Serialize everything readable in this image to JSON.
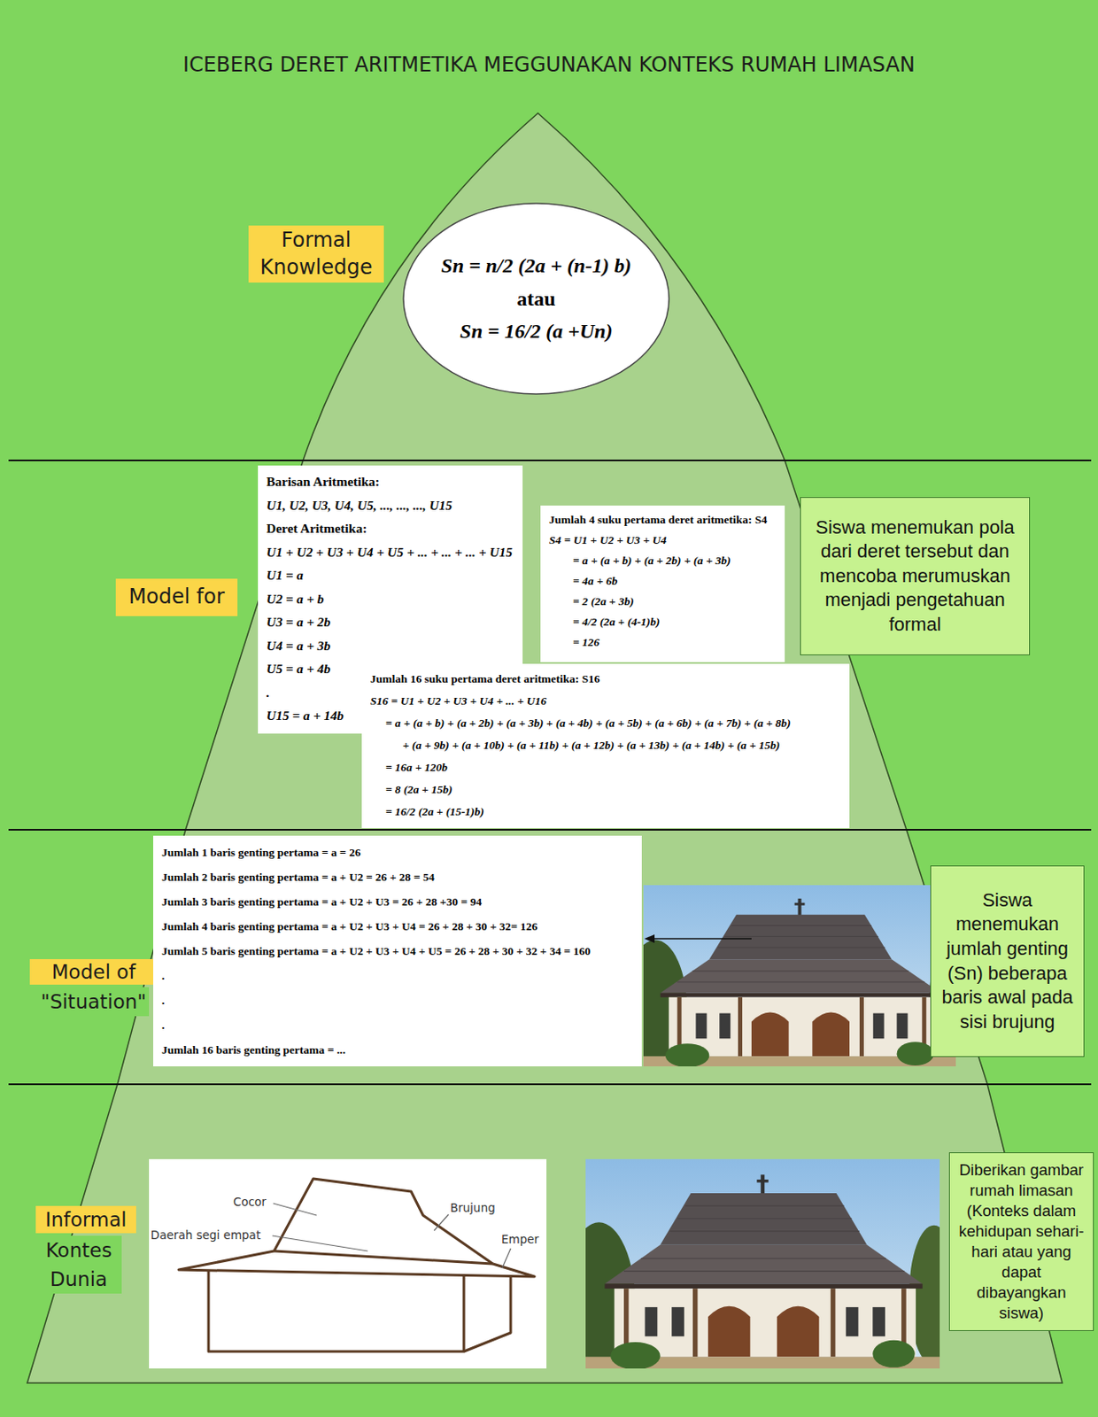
{
  "diagram": {
    "title": "ICEBERG DERET ARITMETIKA MEGGUNAKAN KONTEKS RUMAH LIMASAN",
    "nodes": [
      {
        "text": [
          "Formal Knowledge"
        ]
      },
      {
        "text": [
          "Sn = n/2 (2a + (n-1) b)",
          "atau",
          "Sn = 16/2 (a +Un)"
        ]
      },
      {
        "text": [
          "Model for"
        ]
      },
      {
        "text": [
          "Barisan Aritmetika:",
          "U1, U2, U3, U4, U5, ..., ..., ..., U15",
          "Deret Aritmetika:",
          "U1 + U2 + U3 + U4 + U5 + ... + ... + ... + U15",
          "U1 = a",
          "U2 = a + b",
          "U3 = a + 2b",
          "U4 = a + 3b",
          "U5 = a + 4b",
          ".",
          "U15 = a + 14b"
        ]
      },
      {
        "text": [
          "Jumlah 4 suku pertama deret aritmetika: S4",
          "S4 = U1 + U2 + U3 + U4",
          "= a + (a + b) + (a + 2b) + (a + 3b)",
          "= 4a + 6b",
          "= 2 (2a + 3b)",
          "= 4/2 (2a + (4-1)b)",
          "= 126"
        ]
      },
      {
        "text": [
          "Siswa menemukan pola dari deret tersebut dan mencoba merumuskan menjadi pengetahuan formal"
        ]
      },
      {
        "text": [
          "Jumlah 16 suku pertama deret aritmetika: S16",
          "S16 = U1 + U2 + U3 + U4 + ... + U16",
          "= a + (a + b) + (a + 2b) + (a + 3b) + (a + 4b) + (a + 5b) + (a + 6b) + (a + 7b) + (a + 8b)",
          "+ (a + 9b) + (a + 10b) + (a + 11b) + (a + 12b) + (a + 13b) + (a + 14b) + (a + 15b)",
          "= 16a + 120b",
          "= 8 (2a + 15b)",
          "= 16/2 (2a + (15-1)b)"
        ]
      },
      {
        "text": [
          "Model of",
          "\"Situation\""
        ]
      },
      {
        "text": [
          "Jumlah 1 baris genting pertama = a = 26",
          "Jumlah 2 baris genting pertama = a + U2 = 26 + 28 = 54",
          "Jumlah 3 baris genting pertama = a + U2 + U3 = 26 + 28 +30 = 94",
          "Jumlah 4 baris genting pertama = a + U2 + U3 + U4 = 26 + 28 + 30 + 32= 126",
          "Jumlah 5 baris genting pertama = a + U2 + U3 + U4 + U5 = 26 + 28 + 30 + 32 + 34 = 160",
          ".",
          ".",
          ".",
          "Jumlah 16 baris genting pertama = ..."
        ]
      },
      {
        "text": [
          "Siswa menemukan jumlah genting (Sn) beberapa baris awal pada sisi brujung"
        ]
      },
      {
        "text": [
          "Informal",
          "Kontes Dunia"
        ]
      },
      {
        "text": [
          "Diberikan gambar rumah limasan (Konteks dalam kehidupan sehari-hari atau yang dapat dibayangkan siswa)"
        ]
      }
    ],
    "labels": [
      "Cocor",
      "Daerah segi empat",
      "Brujung",
      "Emper"
    ]
  }
}
